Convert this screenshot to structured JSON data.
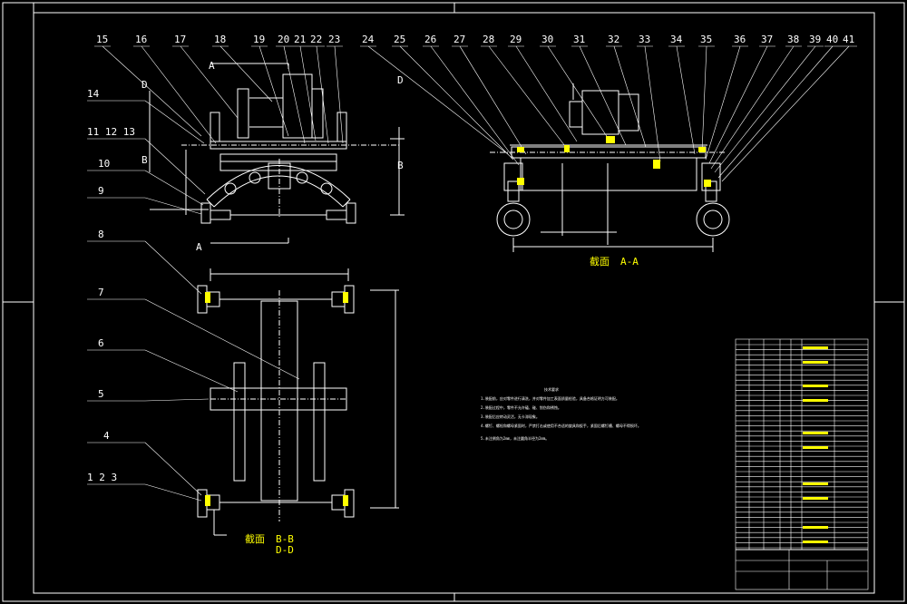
{
  "balloons_top": [
    "15",
    "16",
    "17",
    "18",
    "19",
    "20",
    "21",
    "22",
    "23",
    "24",
    "25",
    "26",
    "27",
    "28",
    "29",
    "30",
    "31",
    "32",
    "33",
    "34",
    "35",
    "36",
    "37",
    "38",
    "39",
    "40",
    "41"
  ],
  "balloons_left": [
    "14",
    "11 12 13",
    "10",
    "9",
    "8",
    "7",
    "6",
    "5",
    "4",
    "1 2 3"
  ],
  "section_marks": {
    "A": "A",
    "B": "B",
    "D": "D"
  },
  "section_titles": {
    "aa_cn": "截面",
    "aa_code": "A-A",
    "bb_cn": "截面",
    "bb_code": "B-B",
    "dd_code": "D-D"
  },
  "tech_req": {
    "title": "技术要求",
    "lines": [
      "1.装配前，应对零件进行清洗，并对零件加工表面质量检验，具备合格证明方可装配。",
      "2.装配过程中，零件不允许磕、碰、划伤和锈蚀。",
      "3.装配后应转动灵活，无卡滞现象。",
      "4.螺钉、螺栓和螺母紧固时，严禁打击或使用不合适的旋具和扳手，紧固后螺钉槽、螺母不得损坏。",
      "5.未注倒角为2mm，未注圆角半径为2mm。"
    ]
  },
  "colors": {
    "line": "#ffffff",
    "label": "#ffff00",
    "background": "#000000"
  }
}
